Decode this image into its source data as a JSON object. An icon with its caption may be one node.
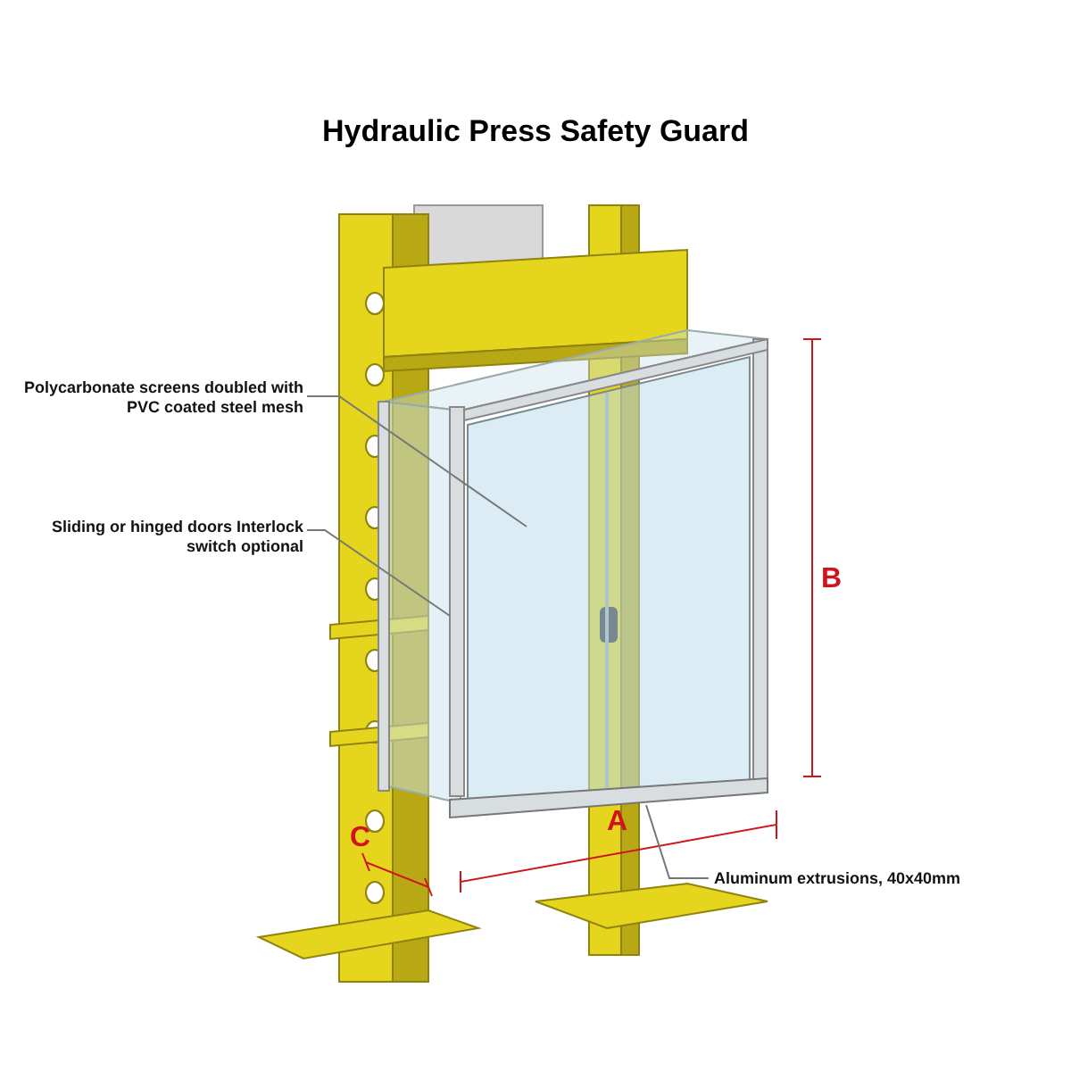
{
  "diagram": {
    "title": "Hydraulic Press Safety Guard",
    "nodes": [
      {
        "text": [
          "Polycarbonate screens doubled with PVC coated steel mesh"
        ]
      },
      {
        "text": [
          "Sliding or hinged doors Interlock switch optional"
        ]
      },
      {
        "text": [
          "Aluminum extrusions, 40x40mm"
        ]
      },
      {
        "text": [],
        "shape": "box"
      },
      {
        "text": [],
        "shape": "box"
      },
      {
        "text": [],
        "shape": "box"
      }
    ],
    "edges": [
      {
        "from": 0,
        "to": 3,
        "arrow": "none"
      },
      {
        "from": 1,
        "to": 4,
        "arrow": "none"
      },
      {
        "from": 2,
        "to": 5,
        "arrow": "none"
      }
    ],
    "labels": [
      "B",
      "A",
      "C"
    ]
  }
}
